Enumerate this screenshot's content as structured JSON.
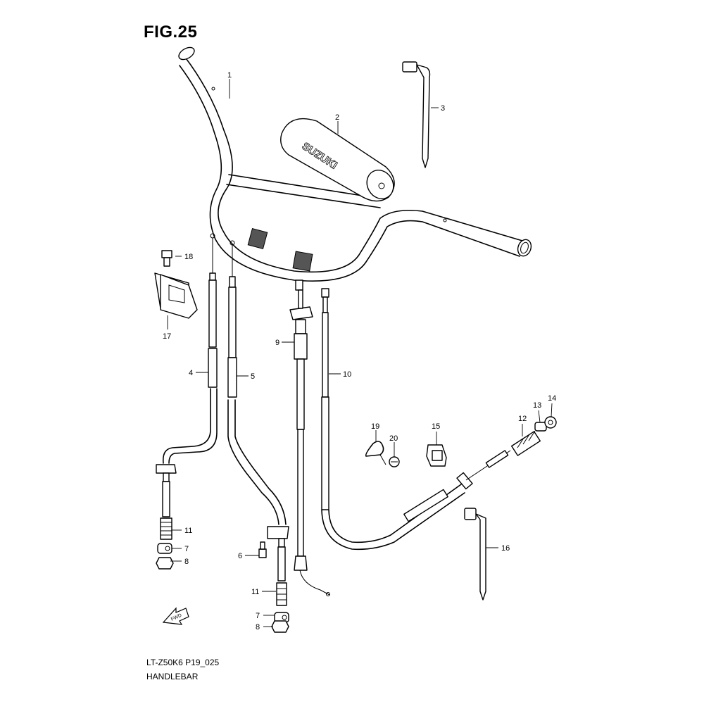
{
  "figure": {
    "title": "FIG.25"
  },
  "footer": {
    "model_code": "LT-Z50K6 P19_025",
    "section_name": "HANDLEBAR"
  },
  "brand_text": "SUZUKI",
  "fwd_arrow_text": "FWD",
  "parts": [
    {
      "no": "1"
    },
    {
      "no": "2"
    },
    {
      "no": "3"
    },
    {
      "no": "4"
    },
    {
      "no": "5"
    },
    {
      "no": "6"
    },
    {
      "no": "7"
    },
    {
      "no": "7"
    },
    {
      "no": "8"
    },
    {
      "no": "8"
    },
    {
      "no": "9"
    },
    {
      "no": "10"
    },
    {
      "no": "11"
    },
    {
      "no": "11"
    },
    {
      "no": "12"
    },
    {
      "no": "13"
    },
    {
      "no": "14"
    },
    {
      "no": "15"
    },
    {
      "no": "16"
    },
    {
      "no": "17"
    },
    {
      "no": "18"
    },
    {
      "no": "19"
    },
    {
      "no": "20"
    }
  ]
}
